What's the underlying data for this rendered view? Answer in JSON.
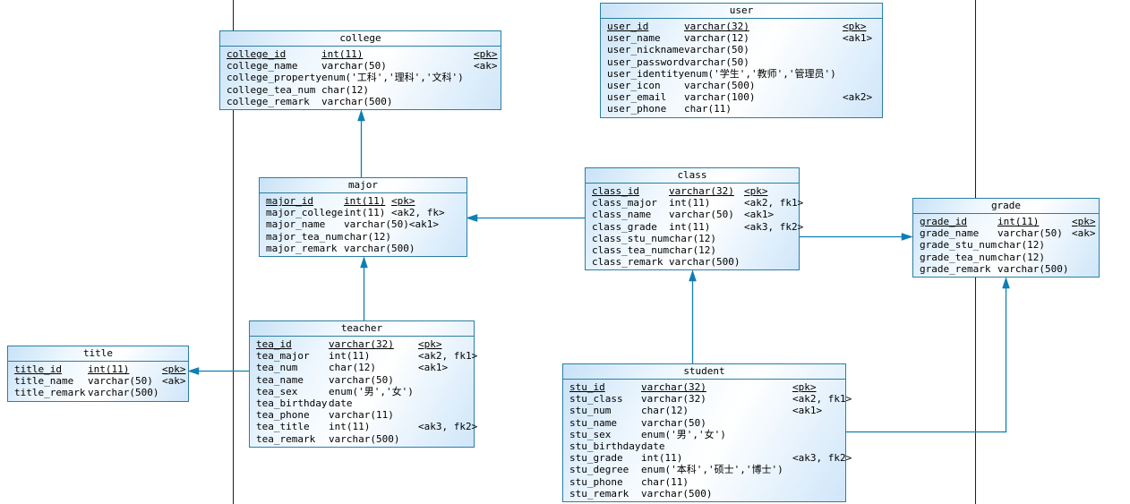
{
  "diagram": {
    "kind": "physical-data-model-er-diagram",
    "colors": {
      "table_border": "#2b7ea3",
      "table_fill_light": "#c8e2f7",
      "connector": "#0e7fb4",
      "page_guide": "#1e1e1e",
      "text": "#000000",
      "background": "#ffffff"
    },
    "page_guides": {
      "vertical_x": [
        260,
        1089
      ]
    }
  },
  "tables": {
    "user": {
      "name": "user",
      "columns": [
        {
          "name": "user_id",
          "type": "varchar(32)",
          "key": "<pk>",
          "pk": true
        },
        {
          "name": "user_name",
          "type": "varchar(12)",
          "key": "<ak1>"
        },
        {
          "name": "user_nickname",
          "type": "varchar(50)",
          "key": ""
        },
        {
          "name": "user_password",
          "type": "varchar(50)",
          "key": ""
        },
        {
          "name": "user_identity",
          "type": "enum('学生','教师','管理员')",
          "key": ""
        },
        {
          "name": "user_icon",
          "type": "varchar(500)",
          "key": ""
        },
        {
          "name": "user_email",
          "type": "varchar(100)",
          "key": "<ak2>"
        },
        {
          "name": "user_phone",
          "type": "char(11)",
          "key": ""
        }
      ]
    },
    "college": {
      "name": "college",
      "columns": [
        {
          "name": "college_id",
          "type": "int(11)",
          "key": "<pk>",
          "pk": true
        },
        {
          "name": "college_name",
          "type": "varchar(50)",
          "key": "<ak>"
        },
        {
          "name": "college_property",
          "type": "enum('工科','理科','文科')",
          "key": ""
        },
        {
          "name": "college_tea_num",
          "type": "char(12)",
          "key": ""
        },
        {
          "name": "college_remark",
          "type": "varchar(500)",
          "key": ""
        }
      ]
    },
    "major": {
      "name": "major",
      "columns": [
        {
          "name": "major_id",
          "type": "int(11)",
          "key": "<pk>",
          "pk": true
        },
        {
          "name": "major_college",
          "type": "int(11)",
          "key": "<ak2, fk>"
        },
        {
          "name": "major_name",
          "type": "varchar(50)",
          "key": "<ak1>"
        },
        {
          "name": "major_tea_num",
          "type": "char(12)",
          "key": ""
        },
        {
          "name": "major_remark",
          "type": "varchar(500)",
          "key": ""
        }
      ]
    },
    "class": {
      "name": "class",
      "columns": [
        {
          "name": "class_id",
          "type": "varchar(32)",
          "key": "<pk>",
          "pk": true
        },
        {
          "name": "class_major",
          "type": "int(11)",
          "key": "<ak2, fk1>"
        },
        {
          "name": "class_name",
          "type": "varchar(50)",
          "key": "<ak1>"
        },
        {
          "name": "class_grade",
          "type": "int(11)",
          "key": "<ak3, fk2>"
        },
        {
          "name": "class_stu_num",
          "type": "char(12)",
          "key": ""
        },
        {
          "name": "class_tea_num",
          "type": "char(12)",
          "key": ""
        },
        {
          "name": "class_remark",
          "type": "varchar(500)",
          "key": ""
        }
      ]
    },
    "grade": {
      "name": "grade",
      "columns": [
        {
          "name": "grade_id",
          "type": "int(11)",
          "key": "<pk>",
          "pk": true
        },
        {
          "name": "grade_name",
          "type": "varchar(50)",
          "key": "<ak>"
        },
        {
          "name": "grade_stu_num",
          "type": "char(12)",
          "key": ""
        },
        {
          "name": "grade_tea_num",
          "type": "char(12)",
          "key": ""
        },
        {
          "name": "grade_remark",
          "type": "varchar(500)",
          "key": ""
        }
      ]
    },
    "teacher": {
      "name": "teacher",
      "columns": [
        {
          "name": "tea_id",
          "type": "varchar(32)",
          "key": "<pk>",
          "pk": true
        },
        {
          "name": "tea_major",
          "type": "int(11)",
          "key": "<ak2, fk1>"
        },
        {
          "name": "tea_num",
          "type": "char(12)",
          "key": "<ak1>"
        },
        {
          "name": "tea_name",
          "type": "varchar(50)",
          "key": ""
        },
        {
          "name": "tea_sex",
          "type": "enum('男','女')",
          "key": ""
        },
        {
          "name": "tea_birthday",
          "type": "date",
          "key": ""
        },
        {
          "name": "tea_phone",
          "type": "varchar(11)",
          "key": ""
        },
        {
          "name": "tea_title",
          "type": "int(11)",
          "key": "<ak3, fk2>"
        },
        {
          "name": "tea_remark",
          "type": "varchar(500)",
          "key": ""
        }
      ]
    },
    "title": {
      "name": "title",
      "columns": [
        {
          "name": "title_id",
          "type": "int(11)",
          "key": "<pk>",
          "pk": true
        },
        {
          "name": "title_name",
          "type": "varchar(50)",
          "key": "<ak>"
        },
        {
          "name": "title_remark",
          "type": "varchar(500)",
          "key": ""
        }
      ]
    },
    "student": {
      "name": "student",
      "columns": [
        {
          "name": "stu_id",
          "type": "varchar(32)",
          "key": "<pk>",
          "pk": true
        },
        {
          "name": "stu_class",
          "type": "varchar(32)",
          "key": "<ak2, fk1>"
        },
        {
          "name": "stu_num",
          "type": "char(12)",
          "key": "<ak1>"
        },
        {
          "name": "stu_name",
          "type": "varchar(50)",
          "key": ""
        },
        {
          "name": "stu_sex",
          "type": "enum('男','女')",
          "key": ""
        },
        {
          "name": "stu_birthday",
          "type": "date",
          "key": ""
        },
        {
          "name": "stu_grade",
          "type": "int(11)",
          "key": "<ak3, fk2>"
        },
        {
          "name": "stu_degree",
          "type": "enum('本科','硕士','博士')",
          "key": ""
        },
        {
          "name": "stu_phone",
          "type": "char(11)",
          "key": ""
        },
        {
          "name": "stu_remark",
          "type": "varchar(500)",
          "key": ""
        }
      ]
    }
  },
  "relationships": [
    {
      "from": "major",
      "to": "college",
      "fk_column": "major_college"
    },
    {
      "from": "class",
      "to": "major",
      "fk_column": "class_major"
    },
    {
      "from": "class",
      "to": "grade",
      "fk_column": "class_grade"
    },
    {
      "from": "teacher",
      "to": "major",
      "fk_column": "tea_major"
    },
    {
      "from": "teacher",
      "to": "title",
      "fk_column": "tea_title"
    },
    {
      "from": "student",
      "to": "class",
      "fk_column": "stu_class"
    },
    {
      "from": "student",
      "to": "grade",
      "fk_column": "stu_grade"
    }
  ]
}
